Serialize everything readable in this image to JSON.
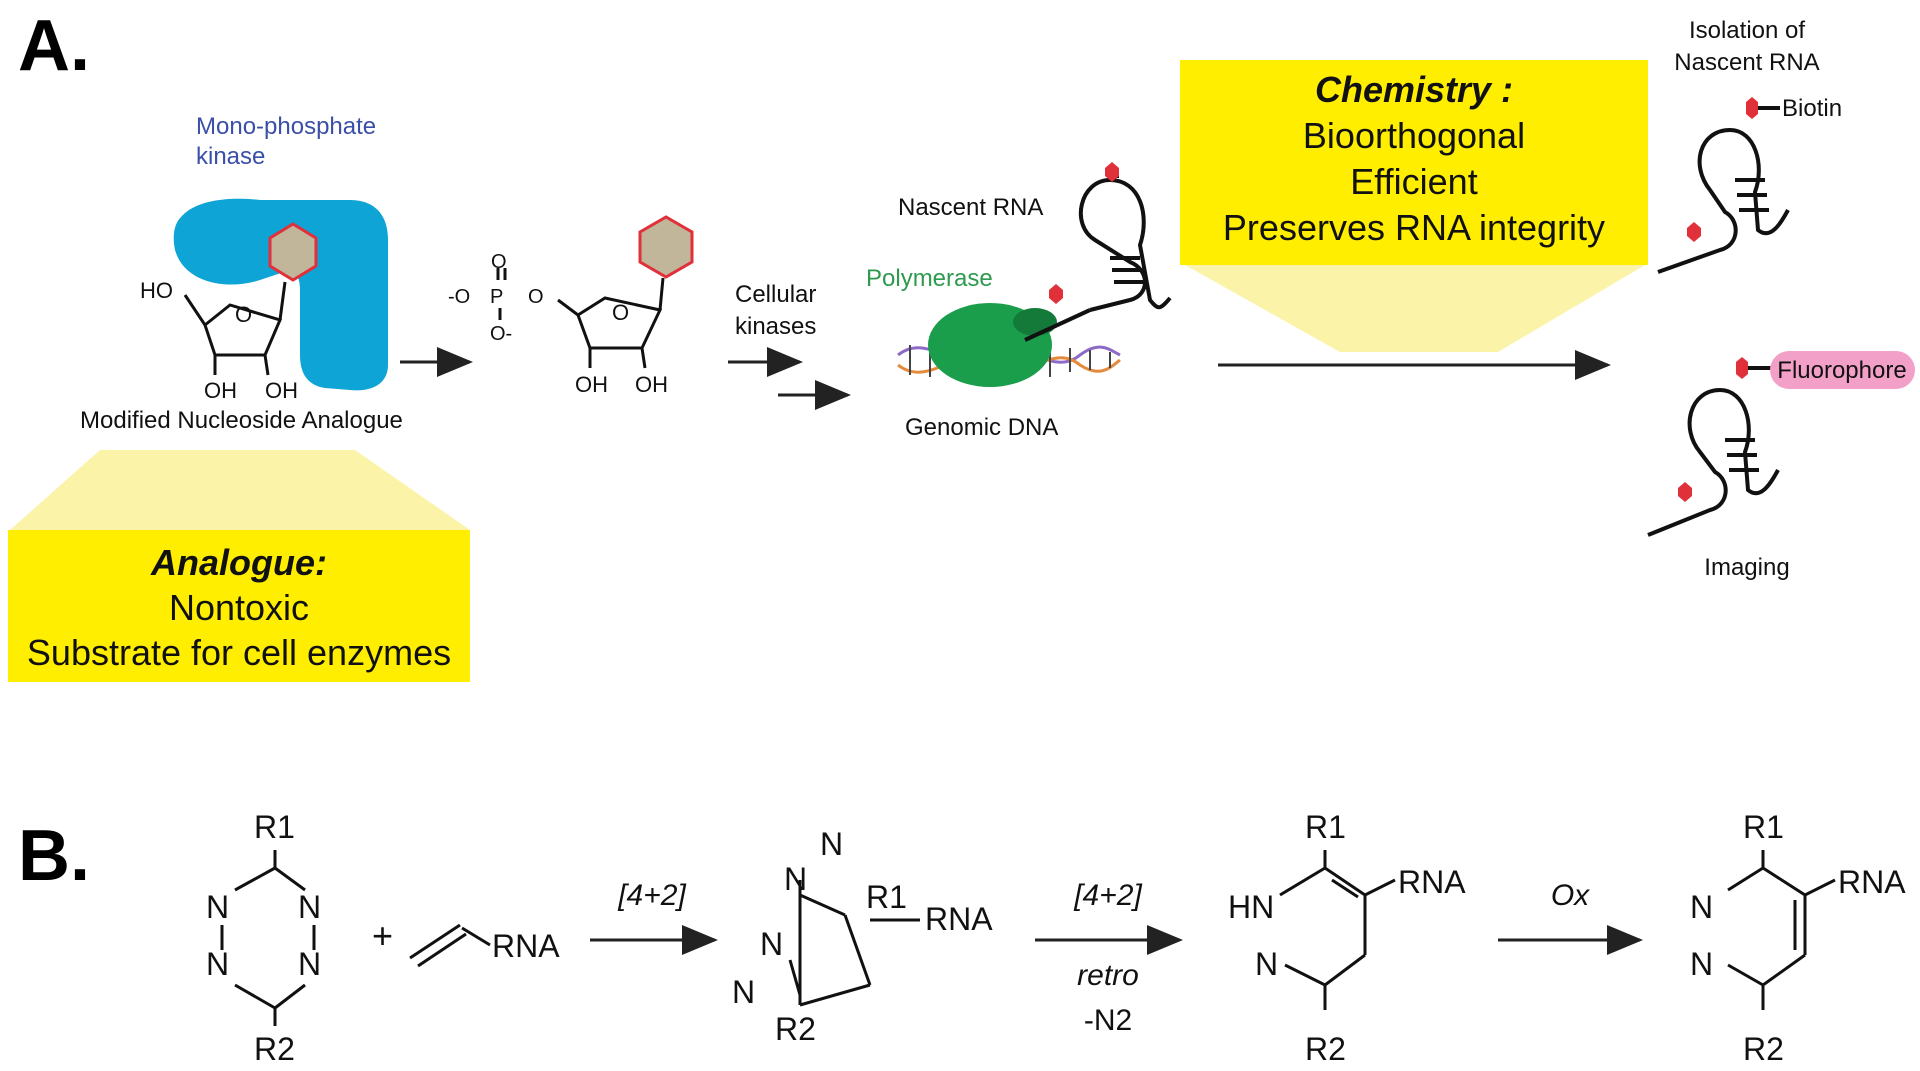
{
  "panel_a": {
    "label": "A.",
    "kinase_label": [
      "Mono-phosphate",
      "kinase"
    ],
    "nucleoside": {
      "caption": "Modified Nucleoside Analogue",
      "groups": [
        "HO",
        "O",
        "OH",
        "OH"
      ]
    },
    "monophosphate": {
      "groups": [
        "O",
        "-O",
        "P",
        "O",
        "O-",
        "O",
        "OH",
        "OH"
      ]
    },
    "cellular_kinases": [
      "Cellular",
      "kinases"
    ],
    "polymerase": "Polymerase",
    "nascent_rna": "Nascent RNA",
    "genomic_dna": "Genomic DNA",
    "analogue_box": {
      "title": "Analogue:",
      "lines": [
        "Nontoxic",
        "Substrate for cell enzymes"
      ]
    },
    "chemistry_box": {
      "title": "Chemistry :",
      "lines": [
        "Bioorthogonal",
        "Efficient",
        "Preserves RNA integrity"
      ]
    },
    "isolation": [
      "Isolation of",
      "Nascent RNA"
    ],
    "biotin": "Biotin",
    "fluorophore": "Fluorophore",
    "imaging": "Imaging"
  },
  "panel_b": {
    "label": "B.",
    "plus": "+",
    "tetrazine": {
      "r1": "R1",
      "r2": "R2",
      "n": "N"
    },
    "vinyl_rna": "RNA",
    "step1": "[4+2]",
    "step2": {
      "top": "[4+2]",
      "bottom1": "retro",
      "bottom2": "-N2"
    },
    "step3": "Ox",
    "adduct": {
      "r1": "R1",
      "r2": "R2",
      "rna": "RNA",
      "n": "N"
    },
    "dihydro": {
      "r1": "R1",
      "r2": "R2",
      "rna": "RNA",
      "hn": "HN",
      "n": "N"
    },
    "pyridazine": {
      "r1": "R1",
      "r2": "R2",
      "rna": "RNA",
      "n": "N"
    }
  },
  "colors": {
    "highlight_box": "#ffee00",
    "cone": "#fbf3a8",
    "kinase": "#0ea5d6",
    "polymerase": "#1a9e4b",
    "base_fill": "#c1b59a",
    "base_stroke": "#e0303a",
    "fluorophore": "#f3a0c8",
    "kinase_text": "#3b4fa8",
    "polymerase_text": "#2e9a4d"
  }
}
